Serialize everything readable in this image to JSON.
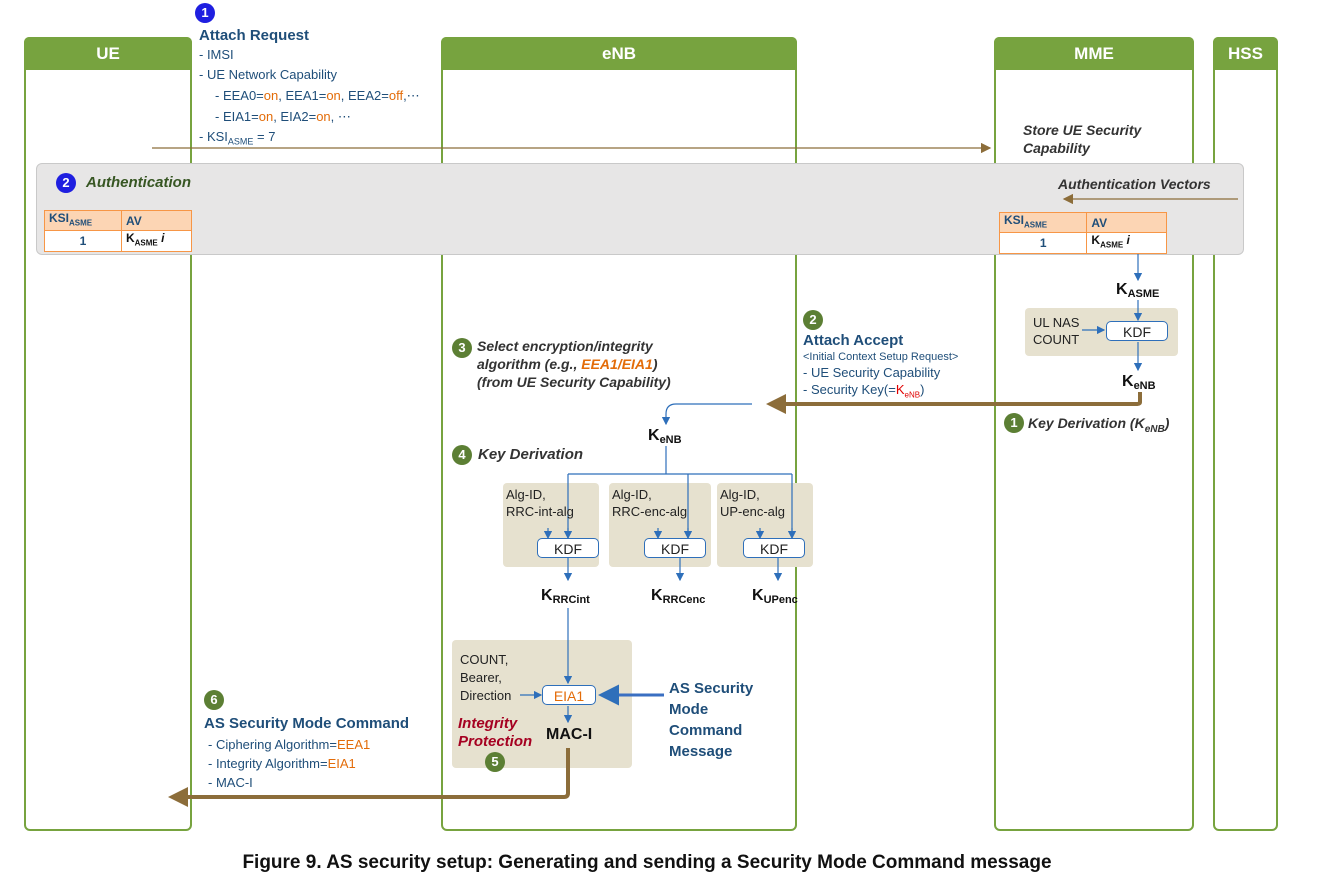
{
  "lanes": {
    "ue": "UE",
    "enb": "eNB",
    "mme": "MME",
    "hss": "HSS"
  },
  "attach_request": {
    "step": "1",
    "title": "Attach Request",
    "imsi": "- IMSI",
    "capability": "- UE Network Capability",
    "eea_prefix": "- EEA0=",
    "eea0_val": "on",
    "eea1_label": ", EEA1=",
    "eea1_val": "on",
    "eea2_label": ", EEA2=",
    "eea2_val": "off",
    "eea_tail": ",⋯",
    "eia_prefix": "- EIA1=",
    "eia1_val": "on",
    "eia2_label": ", EIA2=",
    "eia2_val": "on",
    "eia_tail": ", ⋯",
    "ksi_prefix": "- KSI",
    "ksi_sub": "ASME",
    "ksi_value": " = 7"
  },
  "store_capability": "Store UE Security Capability",
  "authentication": {
    "step": "2",
    "title": "Authentication",
    "vectors": "Authentication Vectors",
    "table_ksi": "KSI",
    "table_ksi_sub": "ASME",
    "table_av": "AV",
    "row_ksi": "1",
    "row_k": "K",
    "row_k_sub": "ASME",
    "row_i": " i"
  },
  "mme_derivation": {
    "k_asme": "K",
    "k_asme_sub": "ASME",
    "ul_nas_count": "UL NAS COUNT",
    "kdf": "KDF",
    "k_enb": "K",
    "k_enb_sub": "eNB",
    "step": "1",
    "label": "Key Derivation (K",
    "label_sub": "eNB",
    "label_end": ")"
  },
  "attach_accept": {
    "step": "2",
    "title": "Attach Accept",
    "sub": "<Initial Context Setup Request>",
    "capability": "- UE Security Capability",
    "key_prefix": "- Security Key(=",
    "key_k": "K",
    "key_sub": "eNB",
    "key_end": ")"
  },
  "select_alg": {
    "step": "3",
    "line1": "Select encryption/integrity",
    "line2_prefix": "algorithm (e.g., ",
    "line2_alg": "EEA1/EIA1",
    "line2_end": ")",
    "line3": "(from UE Security Capability)"
  },
  "enb_derivation": {
    "step": "4",
    "label": "Key Derivation",
    "k_enb": "K",
    "k_enb_sub": "eNB",
    "boxes": [
      {
        "input1": "Alg-ID,",
        "input2": "RRC-int-alg",
        "kdf": "KDF",
        "out": "K",
        "out_sub": "RRCint"
      },
      {
        "input1": "Alg-ID,",
        "input2": "RRC-enc-alg",
        "kdf": "KDF",
        "out": "K",
        "out_sub": "RRCenc"
      },
      {
        "input1": "Alg-ID,",
        "input2": "UP-enc-alg",
        "kdf": "KDF",
        "out": "K",
        "out_sub": "UPenc"
      }
    ]
  },
  "integrity": {
    "inputs1": "COUNT,",
    "inputs2": "Bearer,",
    "inputs3": "Direction",
    "eia": "EIA1",
    "label1": "Integrity",
    "label2": "Protection",
    "step": "5",
    "mac": "MAC-I",
    "msg1": "AS Security",
    "msg2": "Mode",
    "msg3": "Command",
    "msg4": "Message"
  },
  "sm_command": {
    "step": "6",
    "title": "AS Security Mode Command",
    "cipher_prefix": "- Ciphering Algorithm=",
    "cipher_val": "EEA1",
    "integ_prefix": "- Integrity Algorithm=",
    "integ_val": "EIA1",
    "mac": "- MAC-I"
  },
  "caption": "Figure 9. AS security setup: Generating and sending a Security Mode Command message",
  "colors": {
    "lane_green": "#77a33f",
    "text_blue": "#1f4e79",
    "accent_orange": "#e36c09",
    "arrow_brown": "#8c6d3a",
    "thin_arrow_blue": "#2e6fba",
    "step_blue": "#1f1fe0",
    "step_green": "#5c7f34",
    "highlight_red": "#a50021"
  }
}
